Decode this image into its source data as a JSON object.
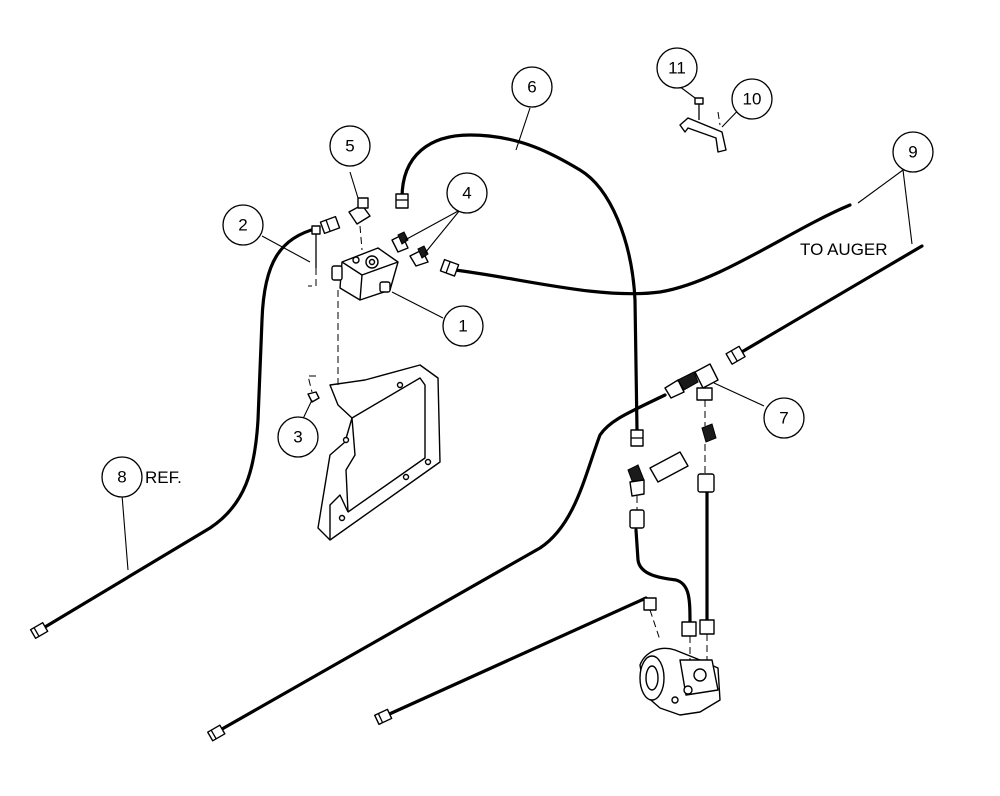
{
  "callouts": {
    "c1": "1",
    "c2": "2",
    "c3": "3",
    "c4": "4",
    "c5": "5",
    "c6": "6",
    "c7": "7",
    "c8": "8",
    "c9": "9",
    "c10": "10",
    "c11": "11"
  },
  "notes": {
    "ref": "REF.",
    "to_auger": "TO AUGER"
  }
}
